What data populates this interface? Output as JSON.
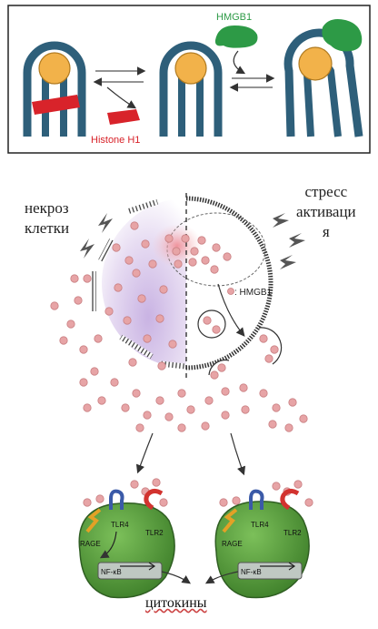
{
  "top_panel": {
    "label_hmgb1": "HMGB1",
    "label_histone": "Histone H1",
    "colors": {
      "dna": "#2e5f7a",
      "histone_core": "#f2b24a",
      "histone_h1": "#d8232a",
      "hmgb1": "#2d9a46"
    }
  },
  "main_panel": {
    "label_necrosis": "некроз\nклетки",
    "label_stress": "стресс\nактиваци\nя",
    "label_hmgb1_dot": ": HMGB1",
    "colors": {
      "dot": "#e7a4a6",
      "dot_edge": "#c97f82",
      "membrane": "#333333",
      "cell_fill": "#d9c7ea"
    }
  },
  "receptor_panels": {
    "left": {
      "tlr4": "TLR4",
      "tlr2": "TLR2",
      "rage": "RAGE",
      "nfkb": "NF-κB"
    },
    "right": {
      "tlr4": "TLR4",
      "tlr2": "TLR2",
      "rage": "RAGE",
      "nfkb": "NF-κB"
    },
    "colors": {
      "cell": "#5a9f3f",
      "cell_dark": "#3f7a2c",
      "tlr4": "#3b5aa8",
      "tlr2": "#d2332f",
      "rage": "#e3a126"
    }
  },
  "bottom_label": "цитокины"
}
